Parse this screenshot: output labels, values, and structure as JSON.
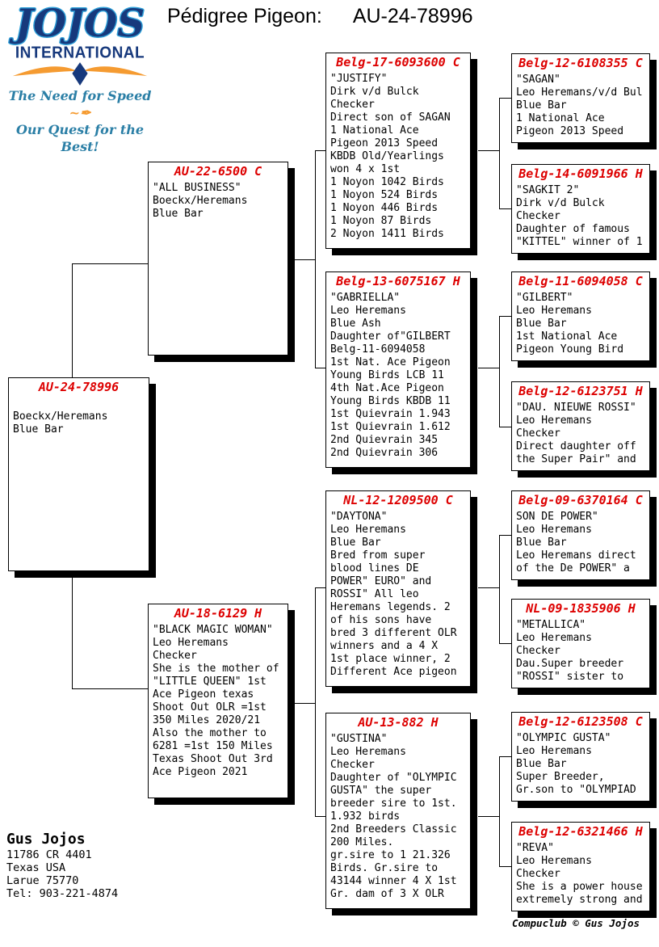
{
  "logo": {
    "name": "JOJOS",
    "subname": "INTERNATIONAL",
    "tagline1": "The Need for Speed",
    "tagline1_mark": "~✒",
    "tagline2": "Our Quest for the Best!"
  },
  "header": {
    "title": "Pédigree Pigeon:",
    "ring": "AU-24-78996"
  },
  "boxes": [
    {
      "id": "subject",
      "band": "AU-24-78996",
      "lines": [
        "",
        "Boeckx/Heremans",
        "Blue Bar"
      ]
    },
    {
      "id": "sire",
      "band": "AU-22-6500 C",
      "lines": [
        "\"ALL BUSINESS\"",
        "Boeckx/Heremans",
        "Blue Bar"
      ]
    },
    {
      "id": "dam",
      "band": "AU-18-6129 H",
      "lines": [
        "\"BLACK MAGIC WOMAN\"",
        "Leo Heremans",
        "Checker",
        "She is the mother of",
        "\"LITTLE QUEEN\" 1st",
        "Ace Pigeon texas",
        "Shoot Out OLR =1st",
        "350 Miles 2020/21",
        "Also the mother to",
        "6281 =1st 150 Miles",
        "Texas Shoot Out 3rd",
        "Ace Pigeon 2021"
      ]
    },
    {
      "id": "sire-sire",
      "band": "Belg-17-6093600 C",
      "lines": [
        "\"JUSTIFY\"",
        "Dirk v/d Bulck",
        "Checker",
        "Direct son of SAGAN",
        "1 National Ace",
        "Pigeon 2013 Speed",
        "KBDB Old/Yearlings",
        "won 4 x 1st",
        "1 Noyon 1042 Birds",
        "1 Noyon 524 Birds",
        "1 Noyon 446 Birds",
        "1 Noyon 87 Birds",
        "2 Noyon 1411 Birds"
      ]
    },
    {
      "id": "sire-dam",
      "band": "Belg-13-6075167 H",
      "lines": [
        "\"GABRIELLA\"",
        "Leo Heremans",
        "Blue Ash",
        "Daughter of\"GILBERT",
        "Belg-11-6094058",
        "1st Nat. Ace Pigeon",
        "Young Birds LCB 11",
        "4th Nat.Ace Pigeon",
        "Young Birds KBDB 11",
        "1st Quievrain 1.943",
        "1st Quievrain 1.612",
        "2nd Quievrain 345",
        "2nd Quievrain 306"
      ]
    },
    {
      "id": "dam-sire",
      "band": "NL-12-1209500 C",
      "lines": [
        "\"DAYTONA\"",
        "Leo Heremans",
        "Blue Bar",
        "Bred from super",
        "blood lines DE",
        "POWER\" EURO\" and",
        "ROSSI\" All leo",
        "Heremans legends. 2",
        "of his sons have",
        "bred 3 different OLR",
        "winners and a 4 X",
        "1st place winner, 2",
        "Different Ace pigeon"
      ]
    },
    {
      "id": "dam-dam",
      "band": "AU-13-882 H",
      "lines": [
        "\"GUSTINA\"",
        "Leo Heremans",
        "Checker",
        "Daughter of \"OLYMPIC",
        "GUSTA\" the super",
        "breeder sire to 1st.",
        "1.932 birds",
        "2nd Breeders Classic",
        "200 Miles.",
        "gr.sire to 1 21.326",
        "Birds. Gr.sire to",
        "43144 winner 4 X 1st",
        "Gr. dam of 3 X OLR"
      ]
    },
    {
      "id": "ss-sire",
      "band": "Belg-12-6108355 C",
      "lines": [
        "\"SAGAN\"",
        "Leo Heremans/v/d Bul",
        "Blue Bar",
        "1 National Ace",
        "Pigeon 2013 Speed"
      ]
    },
    {
      "id": "ss-dam",
      "band": "Belg-14-6091966 H",
      "lines": [
        "\"SAGKIT 2\"",
        "Dirk v/d Bulck",
        "Checker",
        "Daughter of famous",
        "\"KITTEL\" winner of 1"
      ]
    },
    {
      "id": "sd-sire",
      "band": "Belg-11-6094058 C",
      "lines": [
        "\"GILBERT\"",
        "Leo Heremans",
        "Blue Bar",
        "1st National Ace",
        "Pigeon Young Bird"
      ]
    },
    {
      "id": "sd-dam",
      "band": "Belg-12-6123751 H",
      "lines": [
        "\"DAU. NIEUWE ROSSI\"",
        "Leo Heremans",
        "Checker",
        "Direct daughter off",
        "the  Super Pair\" and"
      ]
    },
    {
      "id": "ds-sire",
      "band": "Belg-09-6370164 C",
      "lines": [
        "SON DE POWER\"",
        "Leo Heremans",
        "Blue Bar",
        "Leo Heremans direct",
        "of the De POWER\" a"
      ]
    },
    {
      "id": "ds-dam",
      "band": "NL-09-1835906 H",
      "lines": [
        "\"METALLICA\"",
        "Leo Heremans",
        "Checker",
        "Dau.Super breeder",
        "\"ROSSI\" sister to"
      ]
    },
    {
      "id": "dd-sire",
      "band": "Belg-12-6123508 C",
      "lines": [
        "\"OLYMPIC GUSTA\"",
        "Leo Heremans",
        "Blue Bar",
        "Super Breeder,",
        "Gr.son to \"OLYMPIAD"
      ]
    },
    {
      "id": "dd-dam",
      "band": "Belg-12-6321466 H",
      "lines": [
        "\"REVA\"",
        "Leo Heremans",
        "Checker",
        "She is a power house",
        "extremely strong and"
      ]
    }
  ],
  "owner": {
    "name": "Gus Jojos",
    "address_line1": "11786 CR 4401",
    "address_line2": "Texas USA",
    "address_line3": "Larue 75770",
    "phone": "Tel: 903-221-4874"
  },
  "footer": {
    "credit": "Compuclub © Gus Jojos"
  },
  "colors": {
    "bandRed": "#dd0000",
    "lineBlack": "#000000",
    "navy": "#17397c",
    "skyBlue": "#2e9fd8",
    "orange": "#f59b31",
    "teal": "#2b7fa6"
  }
}
